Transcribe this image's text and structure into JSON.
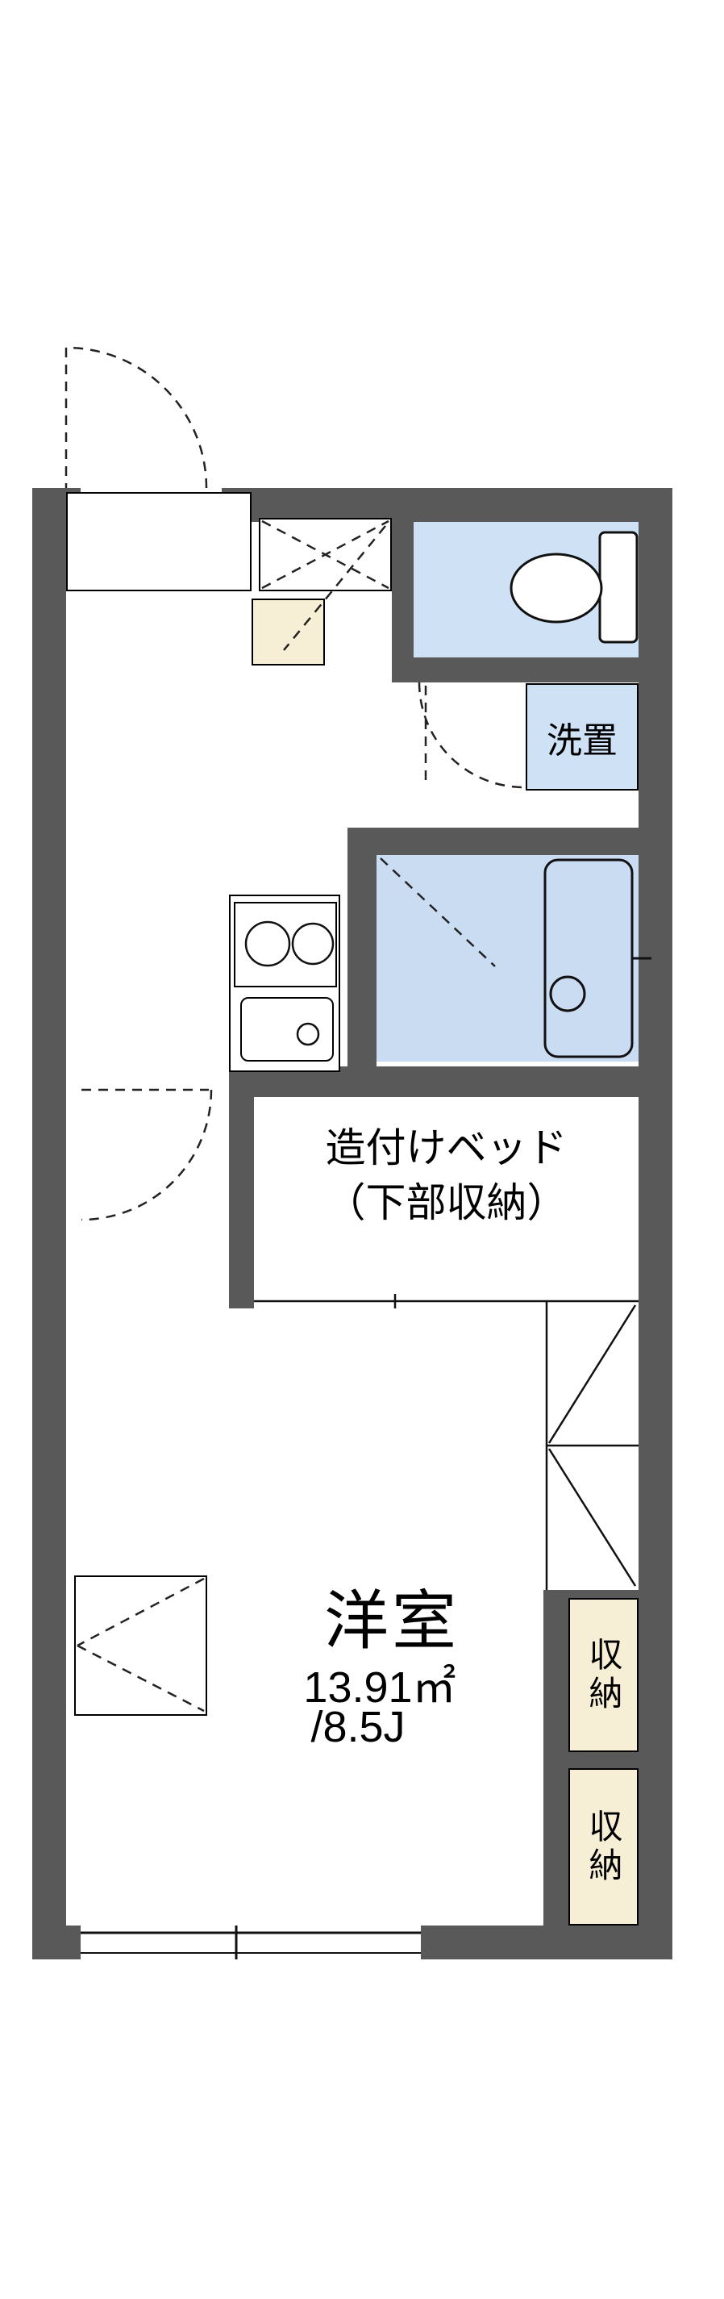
{
  "floorplan": {
    "labels": {
      "washer": "洗置",
      "bed_line1": "造付けベッド",
      "bed_line2": "（下部収納）",
      "room_name": "洋室",
      "room_area_m2": "13.91㎡",
      "room_area_jo": "/8.5J",
      "storage_top": "収納",
      "storage_bottom": "収納"
    },
    "colors": {
      "wall": "#595959",
      "wet_area": "#cfe1f4",
      "bath_area": "#c9dcf2",
      "storage_fill": "#f7eed6",
      "line": "#000000"
    }
  }
}
